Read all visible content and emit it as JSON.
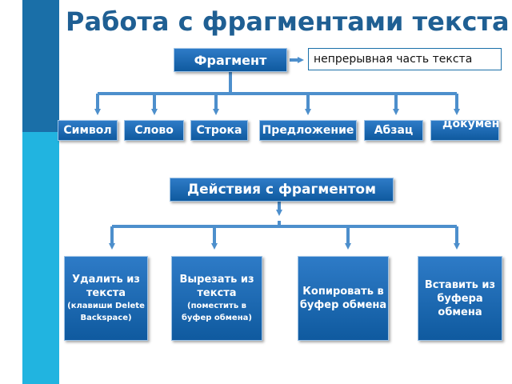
{
  "title": "Работа с фрагментами текста",
  "fragment": "Фрагмент",
  "definition": "непрерывная часть текста",
  "fragment_types": [
    "Символ",
    "Слово",
    "Строка",
    "Предложение",
    "Абзац",
    "Документ"
  ],
  "actions_header": "Действия с фрагментом",
  "actions": [
    {
      "main": "Удалить из текста",
      "note": "(клавиши Delete Backspace)"
    },
    {
      "main": "Вырезать из текста",
      "note": "(поместить в буфер обмена)"
    },
    {
      "main": "Копировать в буфер обмена",
      "note": ""
    },
    {
      "main": "Вставить из буфера обмена",
      "note": ""
    }
  ],
  "colors": {
    "box": "#1560a8",
    "line": "#4d8fcc",
    "title": "#1f5f93",
    "stripe_dark": "#1a6fa8",
    "stripe_light": "#21b4e0"
  }
}
